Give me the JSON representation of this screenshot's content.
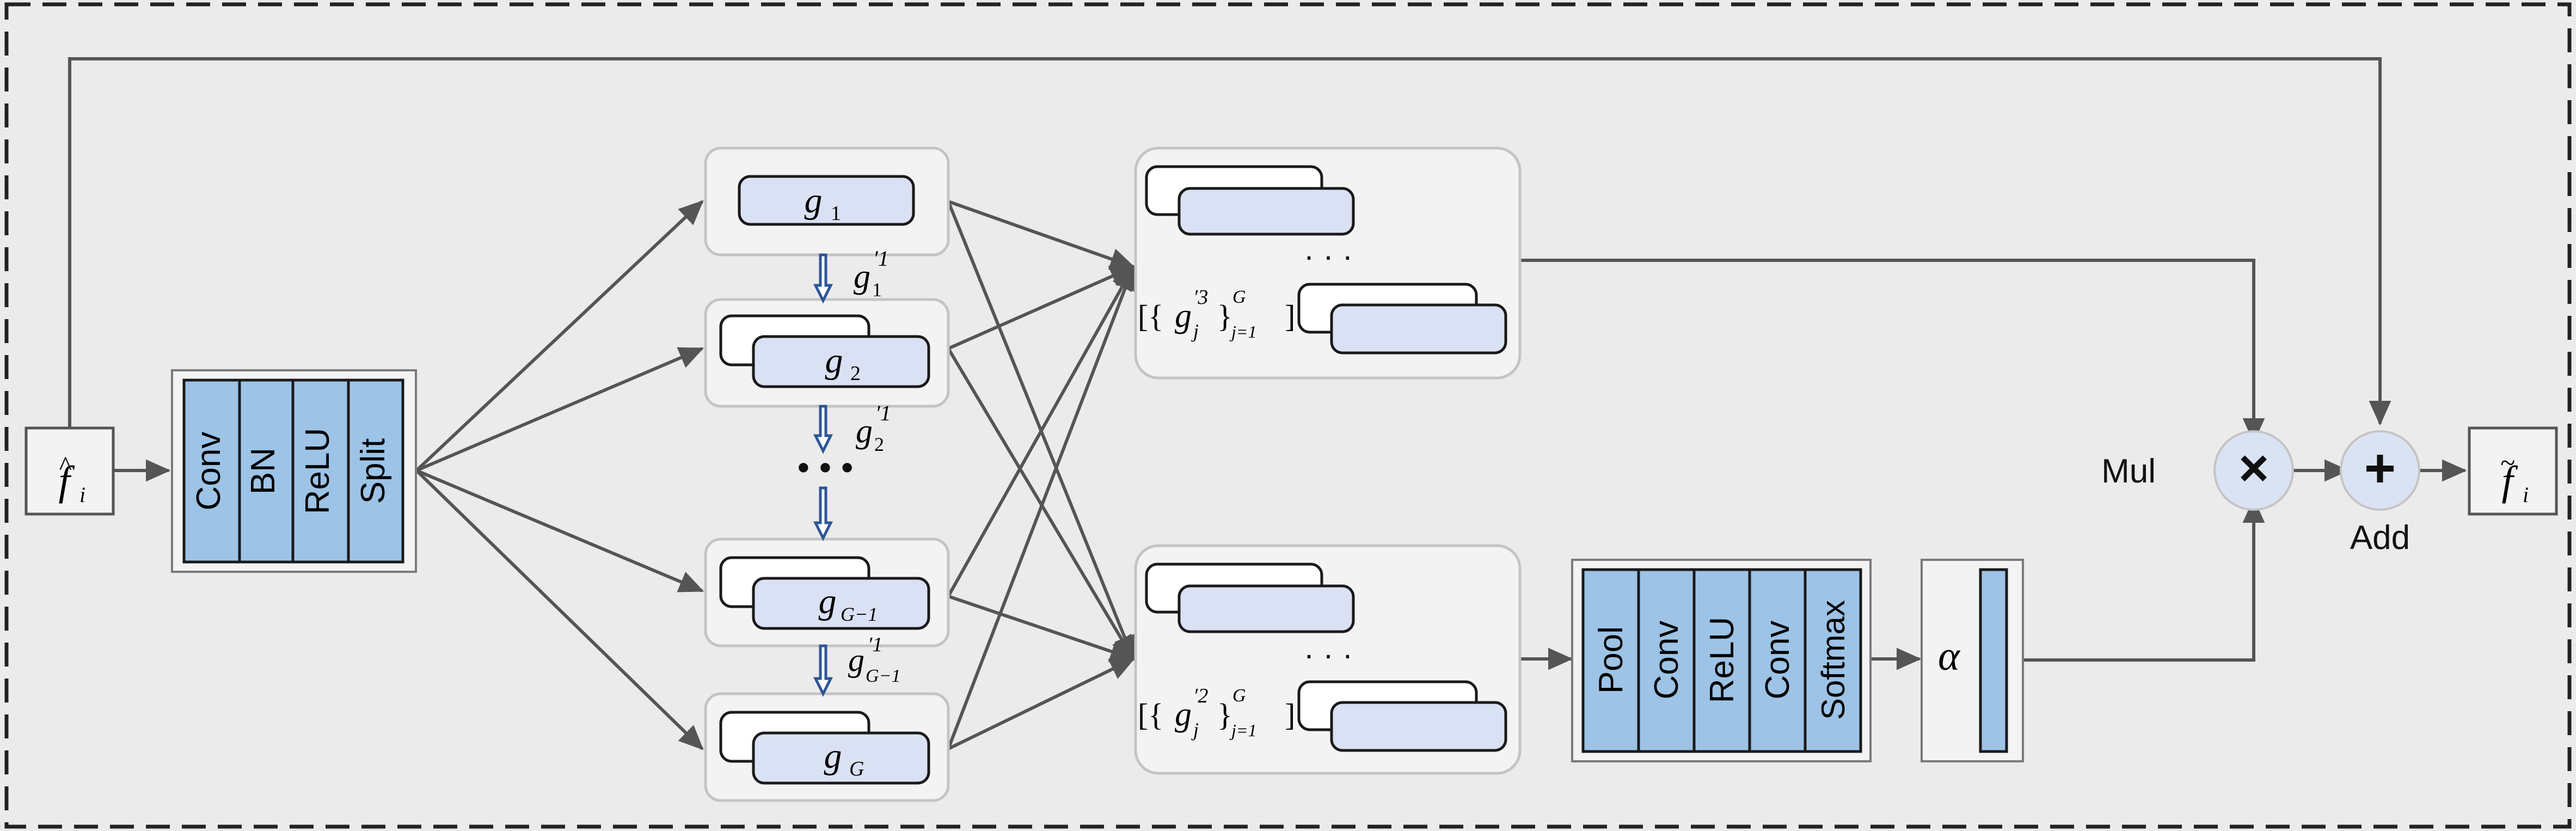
{
  "colors": {
    "background": "#ebebeb",
    "frame": "#222222",
    "box_fill": "#f3f3f3",
    "box_stroke": "#c4c4c4",
    "layer_fill": "#9dc3e6",
    "group_fill": "#dae1f4",
    "arrow": "#555555",
    "seq_arrow": "#2f5597",
    "op_fill": "#dae3f3"
  },
  "input": {
    "symbol": "f",
    "accent": "^",
    "subscript": "i"
  },
  "output": {
    "symbol": "f",
    "accent": "~",
    "subscript": "i"
  },
  "stem_layers": [
    "Conv",
    "BN",
    "ReLU",
    "Split"
  ],
  "groups": {
    "g1": {
      "base": "g",
      "sub": "1"
    },
    "g2": {
      "base": "g",
      "sub": "2"
    },
    "gG1": {
      "base": "g",
      "sub": "G−1"
    },
    "gG": {
      "base": "g",
      "sub": "G"
    },
    "dots": "• • •"
  },
  "transfers": {
    "t1": {
      "base": "g",
      "prime": "′1",
      "sub": "1"
    },
    "t2": {
      "base": "g",
      "prime": "′1",
      "sub": "2"
    },
    "t3": {
      "base": "g",
      "prime": "′1",
      "sub": "G−1"
    }
  },
  "sets": {
    "top": {
      "open": "[{",
      "base": "g",
      "prime": "′3",
      "sub": "j",
      "close": "}",
      "sup": "G",
      "lower": "j=1",
      "end": "]",
      "dots": "· · ·"
    },
    "bottom": {
      "open": "[{",
      "base": "g",
      "prime": "′2",
      "sub": "j",
      "close": "}",
      "sup": "G",
      "lower": "j=1",
      "end": "]",
      "dots": "· · ·"
    }
  },
  "attention_layers": [
    "Pool",
    "Conv",
    "ReLU",
    "Conv",
    "Softmax"
  ],
  "alpha": "α",
  "ops": {
    "mul": {
      "symbol": "×",
      "label": "Mul"
    },
    "add": {
      "symbol": "+",
      "label": "Add"
    }
  }
}
